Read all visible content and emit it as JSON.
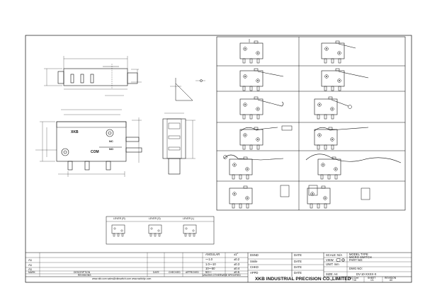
{
  "drawing": {
    "part_marks": {
      "nc": "NC",
      "no": "NO",
      "com": "COM",
      "brand": "XKB"
    },
    "wiring_labels": [
      "LEVER (R)",
      "LEVER (S)",
      "LEVER (L)"
    ]
  },
  "title_block": {
    "company": "XKB INDUSTRIAL PRECISION CO.,LIMITED",
    "designed": "DSND",
    "date1": "DATE",
    "drawn": "Smile",
    "date2": "DATE",
    "checked": "CHKD",
    "date3": "DATE",
    "approved": "APPD",
    "date4": "DATE",
    "scale": "SCALE: N/A",
    "view": "VIEW",
    "unit": "UNIT: mm",
    "size": "SIZE: A4",
    "model_type": "MODEL TYPE",
    "model_value": "MICRO SWITCH",
    "part_no_label": "PART NO:",
    "part_no_value": "",
    "dwg_no_label": "DWG NO:",
    "dwg_no_value": "DV-10-XXXX-X",
    "iso_cert": "ISO Cert",
    "iso_value": "T16",
    "sheet_label": "SHEET",
    "sheet_value": "1/1",
    "revision_label": "REVISION",
    "revision_value": "A0"
  },
  "tolerance": {
    "heading": "ANGULAR",
    "heading2": "±1°",
    "rows": [
      {
        "range": "～1.0",
        "tol": "±0.2"
      },
      {
        "range": "1.0～10",
        "tol": "±0.3"
      },
      {
        "range": "10～50",
        "tol": "±0.4"
      },
      {
        "range": "50～",
        "tol": "±0.5"
      }
    ],
    "note": "UNLESS OTHERWISE SPECIFIED"
  },
  "revision_table": {
    "rows": [
      "A1",
      "A1",
      "A1"
    ],
    "footer": [
      "MARK",
      "DESCRIPTION",
      "DATE",
      "CHECKED",
      "APPROVED"
    ],
    "subnote": "REVISIONS"
  },
  "footer_contact": "www.xkb.com   sales@xkbswitch.com   www.switchjx.com"
}
